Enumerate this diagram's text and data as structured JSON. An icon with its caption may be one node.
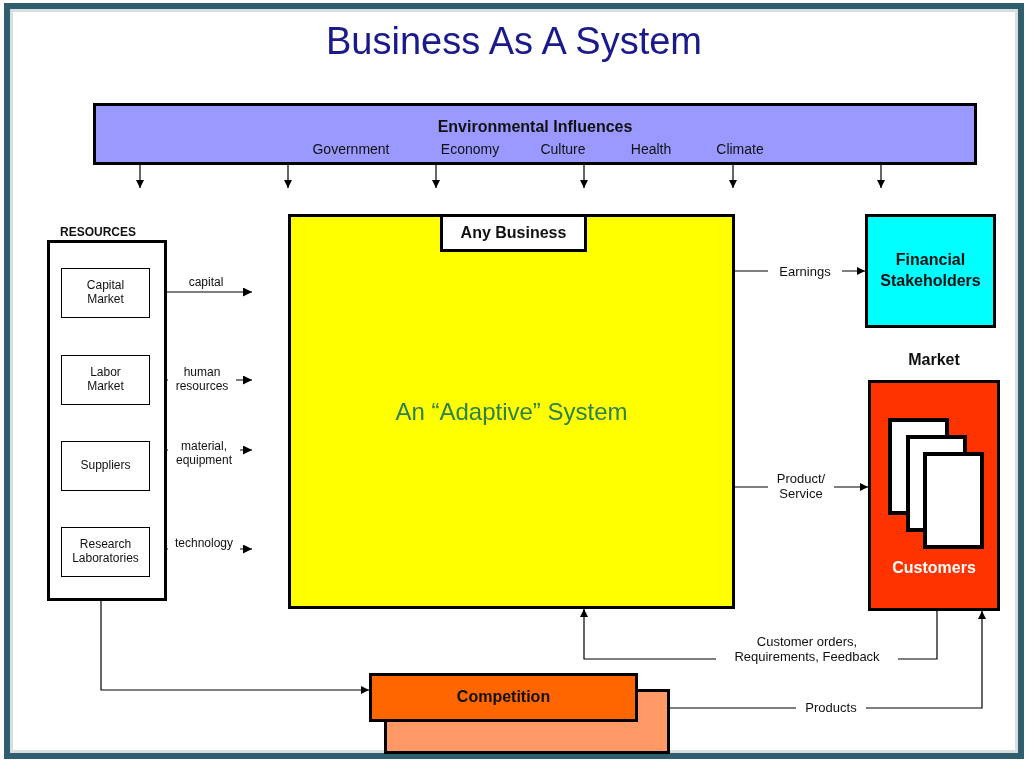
{
  "diagram": {
    "title": "Business As A System",
    "nodes": [
      {
        "text": [
          "Environmental Influences",
          "Government",
          "Economy",
          "Culture",
          "Health",
          "Climate"
        ]
      },
      {
        "text": [
          "RESOURCES"
        ]
      },
      {
        "text": [
          "Capital Market"
        ],
        "in": 1
      },
      {
        "text": [
          "Labor Market"
        ],
        "in": 1
      },
      {
        "text": [
          "Suppliers"
        ],
        "in": 1
      },
      {
        "text": [
          "Research Laboratories"
        ],
        "in": 1
      },
      {
        "text": [
          "An “Adaptive” System"
        ]
      },
      {
        "text": [
          "Any Business"
        ],
        "in": 6
      },
      {
        "text": [
          "Financial Stakeholders"
        ]
      },
      {
        "text": [
          "Market",
          "Customers"
        ]
      },
      {
        "text": [
          "Competition"
        ]
      }
    ],
    "edges": [
      {
        "from": 0,
        "to": null,
        "arrow": "to"
      },
      {
        "from": 0,
        "to": null,
        "arrow": "to"
      },
      {
        "from": 0,
        "to": null,
        "arrow": "to"
      },
      {
        "from": 0,
        "to": null,
        "arrow": "to"
      },
      {
        "from": 0,
        "to": null,
        "arrow": "to"
      },
      {
        "from": 0,
        "to": null,
        "arrow": "to"
      },
      {
        "from": 2,
        "to": null,
        "arrow": "to",
        "label": "capital"
      },
      {
        "from": 3,
        "to": null,
        "arrow": "to",
        "label": "human resources"
      },
      {
        "from": 4,
        "to": null,
        "arrow": "to",
        "label": "material, equipment"
      },
      {
        "from": 5,
        "to": null,
        "arrow": "to",
        "label": "technology"
      },
      {
        "from": 6,
        "to": 8,
        "arrow": "to",
        "label": "Earnings"
      },
      {
        "from": 6,
        "to": 9,
        "arrow": "to",
        "label": "Product/ Service"
      },
      {
        "from": 9,
        "to": 6,
        "arrow": "to",
        "label": "Customer orders, Requirements, Feedback"
      },
      {
        "from": 1,
        "to": 10,
        "arrow": "to"
      },
      {
        "from": 10,
        "to": 9,
        "arrow": "to",
        "label": "Products"
      }
    ]
  }
}
